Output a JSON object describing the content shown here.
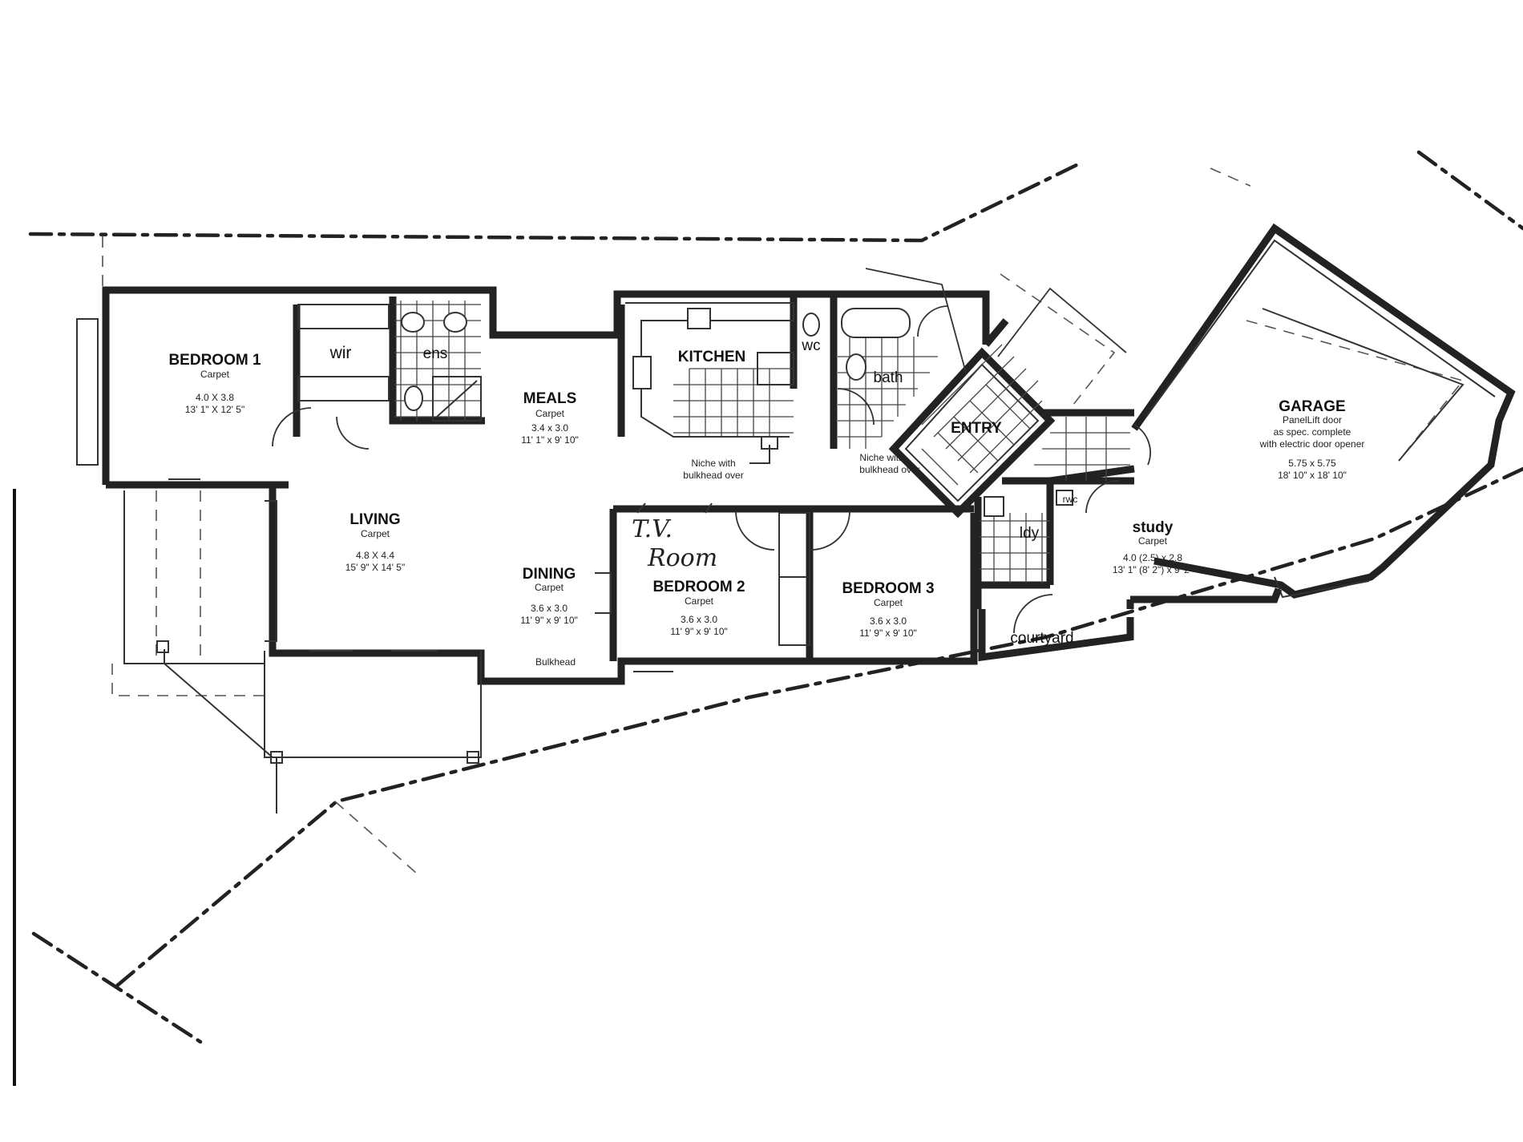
{
  "rooms": {
    "bedroom1": {
      "name": "BEDROOM 1",
      "finish": "Carpet",
      "metric": "4.0 X 3.8",
      "imperial": "13' 1\" X 12' 5\""
    },
    "wir": {
      "name": "wir"
    },
    "ens": {
      "name": "ens"
    },
    "meals": {
      "name": "MEALS",
      "finish": "Carpet",
      "metric": "3.4 x 3.0",
      "imperial": "11' 1\" x 9' 10\""
    },
    "kitchen": {
      "name": "KITCHEN"
    },
    "wc": {
      "name": "wc"
    },
    "bath": {
      "name": "bath"
    },
    "entry": {
      "name": "ENTRY"
    },
    "garage": {
      "name": "GARAGE",
      "line1": "PanelLift door",
      "line2": "as spec. complete",
      "line3": "with electric door opener",
      "metric": "5.75 x 5.75",
      "imperial": "18' 10\" x 18' 10\""
    },
    "living": {
      "name": "LIVING",
      "finish": "Carpet",
      "metric": "4.8 X 4.4",
      "imperial": "15' 9\" X 14' 5\""
    },
    "dining": {
      "name": "DINING",
      "finish": "Carpet",
      "metric": "3.6 x 3.0",
      "imperial": "11' 9\" x 9' 10\""
    },
    "bedroom2": {
      "name": "BEDROOM 2",
      "finish": "Carpet",
      "metric": "3.6 x 3.0",
      "imperial": "11' 9\" x 9' 10\""
    },
    "bedroom3": {
      "name": "BEDROOM 3",
      "finish": "Carpet",
      "metric": "3.6 x 3.0",
      "imperial": "11' 9\" x 9' 10\""
    },
    "ldy": {
      "name": "ldy"
    },
    "rwc": {
      "name": "rwc"
    },
    "study": {
      "name": "study",
      "finish": "Carpet",
      "metric": "4.0 (2.5) x 2.8",
      "imperial": "13' 1\" (8' 2\") x 9' 2\""
    },
    "courtyard": {
      "name": "courtyard"
    }
  },
  "notes": {
    "niche1_line1": "Niche with",
    "niche1_line2": "bulkhead over",
    "niche2_line1": "Niche with",
    "niche2_line2": "bulkhead over",
    "bulkhead": "Bulkhead"
  },
  "handwritten": {
    "line1": "T.V.",
    "line2": "Room"
  }
}
